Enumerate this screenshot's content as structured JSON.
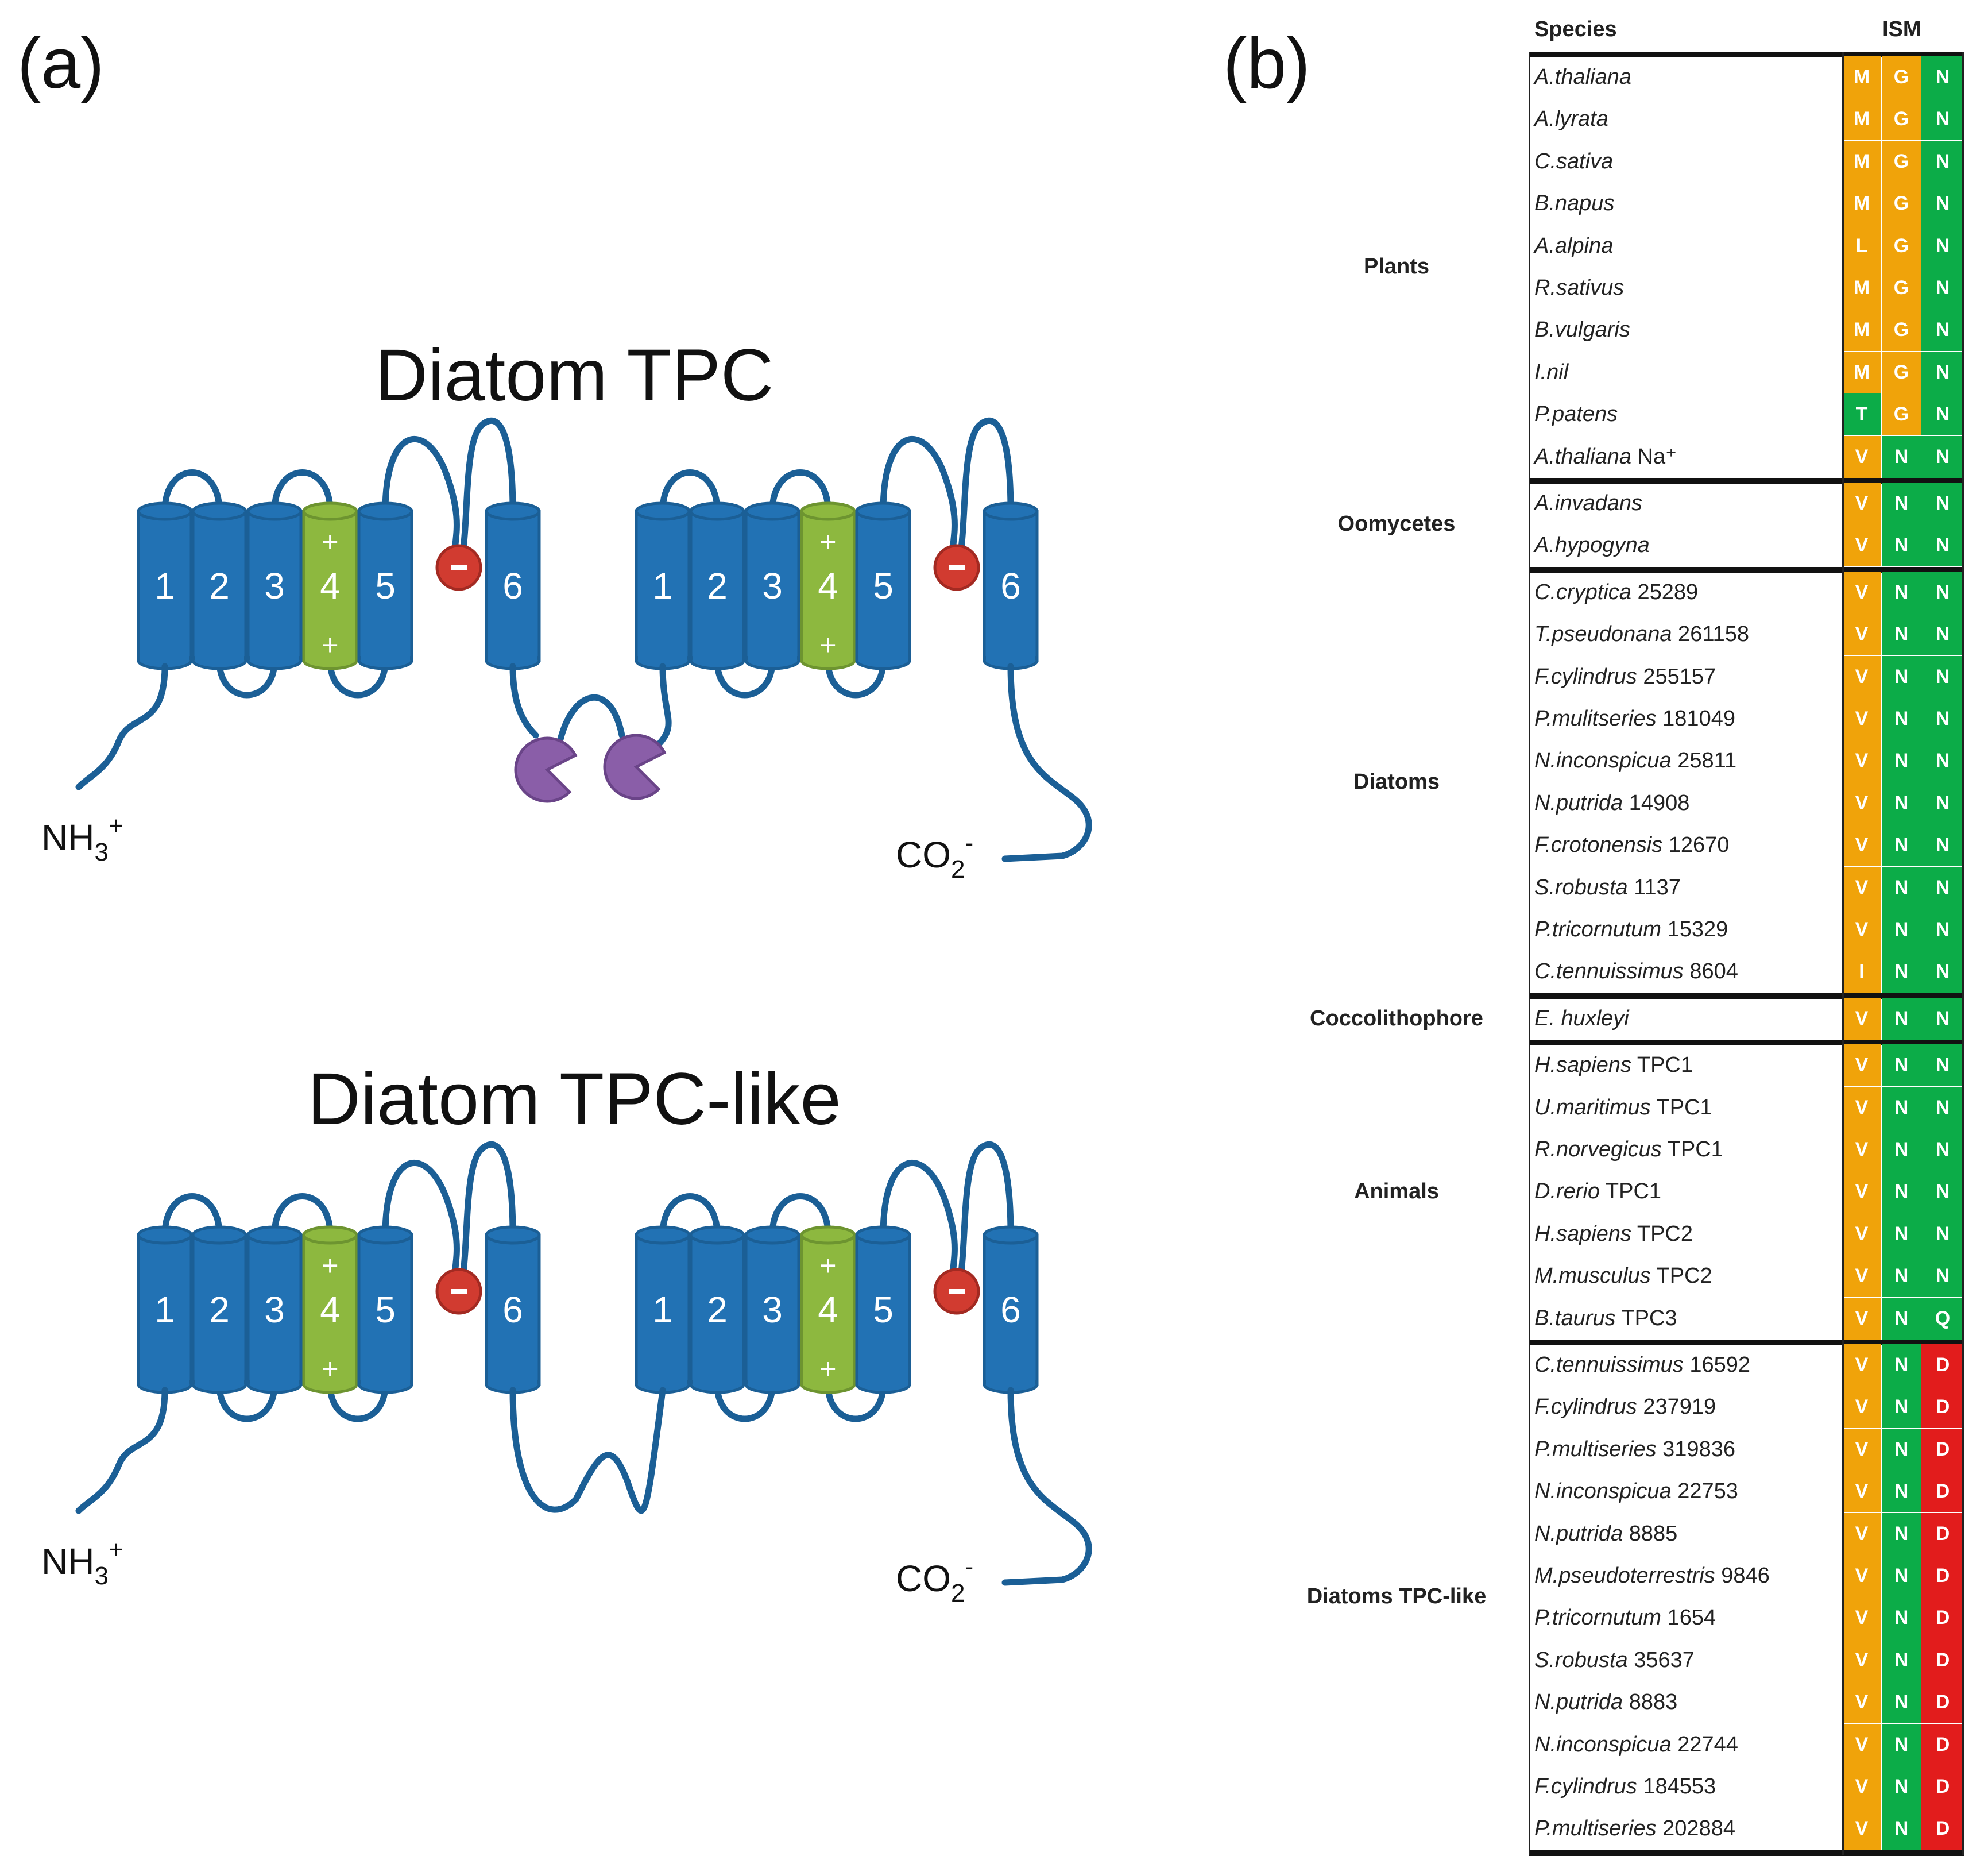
{
  "panel_a": {
    "label": "(a)",
    "diagram_top": {
      "title": "Diatom TPC",
      "domains": [
        "1",
        "2",
        "3",
        "4",
        "5",
        "6"
      ],
      "charge_plus": "+",
      "charge_minus": "-",
      "n_terminus": "NH3+",
      "c_terminus": "CO2-",
      "has_ef_hands": true
    },
    "diagram_bottom": {
      "title": "Diatom TPC-like",
      "domains": [
        "1",
        "2",
        "3",
        "4",
        "5",
        "6"
      ],
      "n_terminus": "NH3+",
      "c_terminus": "CO2-",
      "has_ef_hands": false
    },
    "colors": {
      "helix": "#2272b4",
      "helix_dark": "#1b5f96",
      "voltage_sensor": "#8db83f",
      "negative_charge": "#d13b30",
      "ef_hand": "#8a5ea8",
      "loop": "#1b5f96"
    }
  },
  "panel_b": {
    "label": "(b)",
    "header_species": "Species",
    "header_ism": "ISM",
    "colors": {
      "M": "#f0a30a",
      "L": "#f0a30a",
      "V": "#f0a30a",
      "I": "#f0a30a",
      "G": "#f0a30a",
      "N": "#0cac48",
      "T": "#0cac48",
      "Q": "#0cac48",
      "D": "#e21c1c"
    },
    "groups": [
      {
        "name": "Plants",
        "rows": [
          {
            "name": "A.thaliana",
            "suffix": "",
            "res": [
              "M",
              "G",
              "N"
            ]
          },
          {
            "name": "A.lyrata",
            "suffix": "",
            "res": [
              "M",
              "G",
              "N"
            ]
          },
          {
            "name": "C.sativa",
            "suffix": "",
            "res": [
              "M",
              "G",
              "N"
            ]
          },
          {
            "name": "B.napus",
            "suffix": "",
            "res": [
              "M",
              "G",
              "N"
            ]
          },
          {
            "name": "A.alpina",
            "suffix": "",
            "res": [
              "L",
              "G",
              "N"
            ]
          },
          {
            "name": "R.sativus",
            "suffix": "",
            "res": [
              "M",
              "G",
              "N"
            ]
          },
          {
            "name": "B.vulgaris",
            "suffix": "",
            "res": [
              "M",
              "G",
              "N"
            ]
          },
          {
            "name": "I.nil",
            "suffix": "",
            "res": [
              "M",
              "G",
              "N"
            ]
          },
          {
            "name": "P.patens",
            "suffix": "",
            "res": [
              "T",
              "G",
              "N"
            ]
          },
          {
            "name": "A.thaliana",
            "suffix": " Na⁺",
            "res": [
              "V",
              "N",
              "N"
            ]
          }
        ]
      },
      {
        "name": "Oomycetes",
        "rows": [
          {
            "name": "A.invadans",
            "suffix": "",
            "res": [
              "V",
              "N",
              "N"
            ]
          },
          {
            "name": "A.hypogyna",
            "suffix": "",
            "res": [
              "V",
              "N",
              "N"
            ]
          }
        ]
      },
      {
        "name": "Diatoms",
        "rows": [
          {
            "name": "C.cryptica",
            "suffix": " 25289",
            "res": [
              "V",
              "N",
              "N"
            ]
          },
          {
            "name": "T.pseudonana",
            "suffix": " 261158",
            "res": [
              "V",
              "N",
              "N"
            ]
          },
          {
            "name": "F.cylindrus",
            "suffix": " 255157",
            "res": [
              "V",
              "N",
              "N"
            ]
          },
          {
            "name": "P.mulitseries",
            "suffix": " 181049",
            "res": [
              "V",
              "N",
              "N"
            ]
          },
          {
            "name": "N.inconspicua",
            "suffix": " 25811",
            "res": [
              "V",
              "N",
              "N"
            ]
          },
          {
            "name": "N.putrida",
            "suffix": " 14908",
            "res": [
              "V",
              "N",
              "N"
            ]
          },
          {
            "name": "F.crotonensis",
            "suffix": " 12670",
            "res": [
              "V",
              "N",
              "N"
            ]
          },
          {
            "name": "S.robusta",
            "suffix": " 1137",
            "res": [
              "V",
              "N",
              "N"
            ]
          },
          {
            "name": "P.tricornutum",
            "suffix": " 15329",
            "res": [
              "V",
              "N",
              "N"
            ]
          },
          {
            "name": "C.tennuissimus",
            "suffix": " 8604",
            "res": [
              "I",
              "N",
              "N"
            ]
          }
        ]
      },
      {
        "name": "Coccolithophore",
        "rows": [
          {
            "name": "E. huxleyi",
            "suffix": "",
            "res": [
              "V",
              "N",
              "N"
            ]
          }
        ]
      },
      {
        "name": "Animals",
        "rows": [
          {
            "name": "H.sapiens",
            "suffix": " TPC1",
            "res": [
              "V",
              "N",
              "N"
            ]
          },
          {
            "name": "U.maritimus",
            "suffix": "  TPC1",
            "res": [
              "V",
              "N",
              "N"
            ]
          },
          {
            "name": "R.norvegicus",
            "suffix": " TPC1",
            "res": [
              "V",
              "N",
              "N"
            ]
          },
          {
            "name": "D.rerio",
            "suffix": "  TPC1",
            "res": [
              "V",
              "N",
              "N"
            ]
          },
          {
            "name": "H.sapiens",
            "suffix": " TPC2",
            "res": [
              "V",
              "N",
              "N"
            ]
          },
          {
            "name": "M.musculus",
            "suffix": "  TPC2",
            "res": [
              "V",
              "N",
              "N"
            ]
          },
          {
            "name": "B.taurus",
            "suffix": " TPC3",
            "res": [
              "V",
              "N",
              "Q"
            ]
          }
        ]
      },
      {
        "name": "Diatoms TPC-like",
        "rows": [
          {
            "name": "C.tennuissimus",
            "suffix": " 16592",
            "res": [
              "V",
              "N",
              "D"
            ]
          },
          {
            "name": "F.cylindrus",
            "suffix": " 237919",
            "res": [
              "V",
              "N",
              "D"
            ]
          },
          {
            "name": "P.multiseries",
            "suffix": " 319836",
            "res": [
              "V",
              "N",
              "D"
            ]
          },
          {
            "name": "N.inconspicua",
            "suffix": " 22753",
            "res": [
              "V",
              "N",
              "D"
            ]
          },
          {
            "name": "N.putrida",
            "suffix": " 8885",
            "res": [
              "V",
              "N",
              "D"
            ]
          },
          {
            "name": "M.pseudoterrestris",
            "suffix": " 9846",
            "res": [
              "V",
              "N",
              "D"
            ]
          },
          {
            "name": "P.tricornutum",
            "suffix": " 1654",
            "res": [
              "V",
              "N",
              "D"
            ]
          },
          {
            "name": "S.robusta",
            "suffix": " 35637",
            "res": [
              "V",
              "N",
              "D"
            ]
          },
          {
            "name": "N.putrida",
            "suffix": " 8883",
            "res": [
              "V",
              "N",
              "D"
            ]
          },
          {
            "name": "N.inconspicua",
            "suffix": " 22744",
            "res": [
              "V",
              "N",
              "D"
            ]
          },
          {
            "name": "F.cylindrus",
            "suffix": " 184553",
            "res": [
              "V",
              "N",
              "D"
            ]
          },
          {
            "name": "P.multiseries",
            "suffix": " 202884",
            "res": [
              "V",
              "N",
              "D"
            ]
          }
        ]
      }
    ]
  }
}
